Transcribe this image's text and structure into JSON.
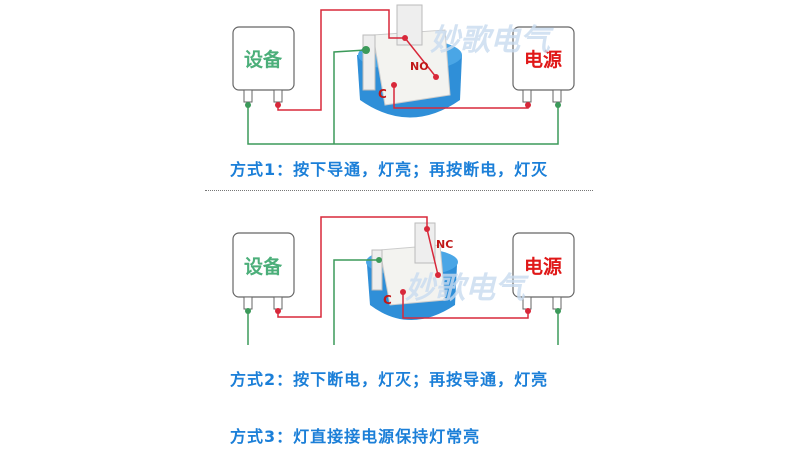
{
  "colors": {
    "caption": "#1b7fd8",
    "device_label": "#4caf7a",
    "power_label": "#e01818",
    "red_wire": "#d8283a",
    "green_wire": "#3c9a5a",
    "switch_body": "#2f8fd8"
  },
  "watermark": "妙歌电气",
  "diagrams": [
    {
      "device_label": "设备",
      "power_label": "电源",
      "terminal_a": "NO",
      "terminal_c": "C",
      "caption": "方式1：按下导通，灯亮；再按断电，灯灭"
    },
    {
      "device_label": "设备",
      "power_label": "电源",
      "terminal_a": "NC",
      "terminal_c": "C",
      "caption": "方式2：按下断电，灯灭；再按导通，灯亮"
    }
  ],
  "mode3_caption": "方式3：灯直接接电源保持灯常亮"
}
